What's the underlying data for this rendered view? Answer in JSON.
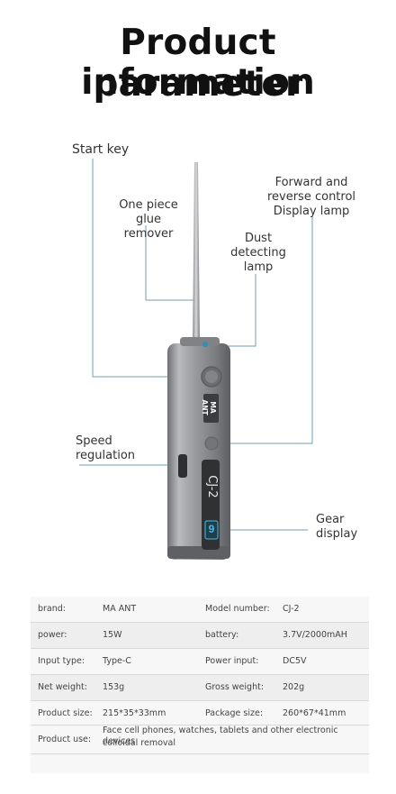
{
  "title": {
    "line1": "Product information",
    "line2": "parameter"
  },
  "callouts": {
    "start_key": "Start key",
    "glue_remover": [
      "One piece glue",
      "remover"
    ],
    "forward_reverse": [
      "Forward and",
      "reverse control",
      "Display lamp"
    ],
    "dust_lamp": [
      "Dust",
      "detecting",
      "lamp"
    ],
    "speed": [
      "Speed",
      "regulation"
    ],
    "gear": [
      "Gear",
      "display"
    ]
  },
  "device": {
    "brand_mark": "MA ANT",
    "model_text": "CJ-2",
    "gear_value": "9"
  },
  "specs": [
    {
      "label": "brand:",
      "value": "MA ANT",
      "label2": "Model number:",
      "value2": "CJ-2"
    },
    {
      "label": "power:",
      "value": "15W",
      "label2": "battery:",
      "value2": "3.7V/2000mAH"
    },
    {
      "label": "Input type:",
      "value": "Type-C",
      "label2": "Power input:",
      "value2": "DC5V"
    },
    {
      "label": "Net weight:",
      "value": "153g",
      "label2": "Gross weight:",
      "value2": "202g"
    },
    {
      "label": "Product size:",
      "value": "215*35*33mm",
      "label2": "Package size:",
      "value2": "260*67*41mm"
    }
  ],
  "product_use": {
    "label": "Product use:",
    "line1": "Face cell phones, watches, tablets and other electronic devices",
    "line2": "colloidal removal"
  },
  "colors": {
    "body_metal": "#8d8f92",
    "callout_line": "#6f9fb3",
    "gear_accent": "#4fb8e0"
  }
}
